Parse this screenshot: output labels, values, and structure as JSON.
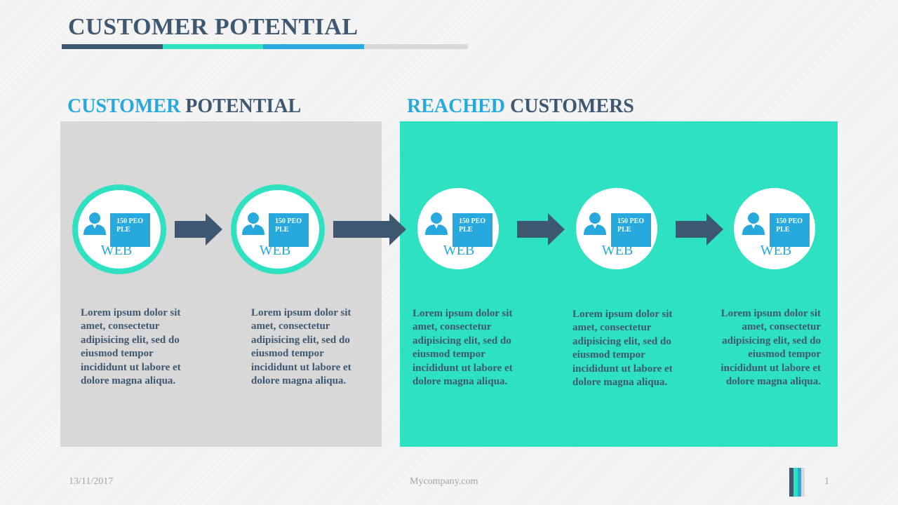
{
  "slide": {
    "title": "CUSTOMER POTENTIAL",
    "title_bar_colors": [
      "#3e5871",
      "#2ee2c1",
      "#27a9de",
      "#d9d9d9"
    ]
  },
  "sections": {
    "left": {
      "word_a": "CUSTOMER",
      "word_b": " POTENTIAL",
      "panel_color": "#d8d8d8"
    },
    "right": {
      "word_a": "REACHED",
      "word_b": " CUSTOMERS",
      "panel_color": "#2ee2c1"
    }
  },
  "nodes": [
    {
      "badge": "150 PEOPLE",
      "label": "WEB",
      "text": "Lorem ipsum dolor sit amet, consectetur adipisicing elit, sed do eiusmod tempor incididunt ut labore et dolore magna aliqua."
    },
    {
      "badge": "150 PEOPLE",
      "label": "WEB",
      "text": "Lorem ipsum dolor sit amet, consectetur adipisicing elit, sed do eiusmod tempor incididunt ut labore et dolore magna aliqua."
    },
    {
      "badge": "150 PEOPLE",
      "label": "WEB",
      "text": "Lorem ipsum dolor sit amet, consectetur adipisicing elit, sed do eiusmod tempor incididunt ut labore et dolore magna aliqua."
    },
    {
      "badge": "150 PEOPLE",
      "label": "WEB",
      "text": "Lorem ipsum dolor sit amet, consectetur adipisicing elit, sed do eiusmod tempor incididunt ut labore et dolore magna aliqua."
    },
    {
      "badge": "150 PEOPLE",
      "label": "WEB",
      "text": "Lorem ipsum dolor sit amet, consectetur adipisicing elit, sed do eiusmod tempor incididunt ut labore et dolore magna aliqua."
    }
  ],
  "icons": {
    "node_icon": "person-icon",
    "connector": "arrow-right-icon"
  },
  "colors": {
    "navy": "#3e5871",
    "teal": "#2ee2c1",
    "blue": "#27a9de"
  },
  "footer": {
    "date": "13/11/2017",
    "company": "Mycompany.com",
    "page_number": "1"
  }
}
